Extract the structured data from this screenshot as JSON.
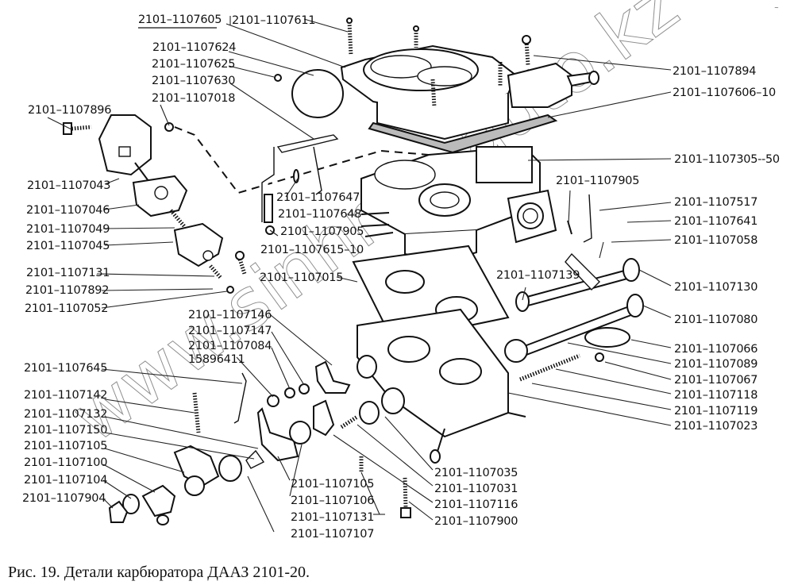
{
  "figure": {
    "caption": "Рис. 19. Детали карбюратора ДААЗ 2101-20.",
    "watermark": "www.sinhron-auto.kz",
    "corner_mark": "~"
  },
  "labels": {
    "top": [
      {
        "id": "2101-1107605",
        "text": "2101–1107605",
        "underlined": true
      },
      {
        "id": "2101-1107611",
        "text": "2101–1107611"
      },
      {
        "id": "2101-1107624",
        "text": "2101–1107624"
      },
      {
        "id": "2101-1107625",
        "text": "2101–1107625"
      },
      {
        "id": "2101-1107630",
        "text": "2101–1107630"
      },
      {
        "id": "2101-1107018",
        "text": "2101–1107018"
      }
    ],
    "left": [
      {
        "id": "2101-1107896",
        "text": "2101–1107896"
      },
      {
        "id": "2101-1107043",
        "text": "2101–1107043"
      },
      {
        "id": "2101-1107046",
        "text": "2101–1107046"
      },
      {
        "id": "2101-1107049",
        "text": "2101–1107049"
      },
      {
        "id": "2101-1107045",
        "text": "2101–1107045"
      },
      {
        "id": "2101-1107131a",
        "text": "2101–1107131"
      },
      {
        "id": "2101-1107892",
        "text": "2101–1107892"
      },
      {
        "id": "2101-1107052",
        "text": "2101–1107052"
      },
      {
        "id": "2101-1107645",
        "text": "2101–1107645"
      },
      {
        "id": "2101-1107142",
        "text": "2101–1107142"
      },
      {
        "id": "2101-1107132",
        "text": "2101–1107132"
      },
      {
        "id": "2101-1107150",
        "text": "2101–1107150"
      },
      {
        "id": "2101-1107105a",
        "text": "2101–1107105"
      },
      {
        "id": "2101-1107100",
        "text": "2101–1107100"
      },
      {
        "id": "2101-1107104",
        "text": "2101–1107104"
      },
      {
        "id": "2101-1107904",
        "text": "2101–1107904"
      }
    ],
    "center": [
      {
        "id": "2101-1107647",
        "text": "2101–1107647"
      },
      {
        "id": "2101-1107648",
        "text": "2101–1107648"
      },
      {
        "id": "2101-1107905a",
        "text": "2101–1107905"
      },
      {
        "id": "2101-1107615-10",
        "text": "2101–1107615–10"
      },
      {
        "id": "2101-1107015",
        "text": "2101–1107015"
      },
      {
        "id": "2101-1107146",
        "text": "2101–1107146"
      },
      {
        "id": "2101-1107147",
        "text": "2101–1107147"
      },
      {
        "id": "2101-1107084",
        "text": "2101–1107084"
      },
      {
        "id": "15896411",
        "text": "15896411"
      },
      {
        "id": "2101-1107139",
        "text": "2101–1107139"
      },
      {
        "id": "2101-1107905b",
        "text": "2101–1107905"
      }
    ],
    "bottom": [
      {
        "id": "2101-1107105b",
        "text": "2101–1107105"
      },
      {
        "id": "2101-1107106",
        "text": "2101–1107106"
      },
      {
        "id": "2101-1107131b",
        "text": "2101–1107131"
      },
      {
        "id": "2101-1107107",
        "text": "2101–1107107"
      },
      {
        "id": "2101-1107035",
        "text": "2101–1107035"
      },
      {
        "id": "2101-1107031",
        "text": "2101–1107031"
      },
      {
        "id": "2101-1107116",
        "text": "2101–1107116"
      },
      {
        "id": "2101-1107900",
        "text": "2101–1107900"
      }
    ],
    "right": [
      {
        "id": "2101-1107894",
        "text": "2101–1107894"
      },
      {
        "id": "2101-1107606-10",
        "text": "2101–1107606–10"
      },
      {
        "id": "2101-1107305-50",
        "text": "2101–1107305--50"
      },
      {
        "id": "2101-1107517",
        "text": "2101–1107517"
      },
      {
        "id": "2101-1107641",
        "text": "2101–1107641"
      },
      {
        "id": "2101-1107058",
        "text": "2101–1107058"
      },
      {
        "id": "2101-1107130",
        "text": "2101–1107130"
      },
      {
        "id": "2101-1107080",
        "text": "2101–1107080"
      },
      {
        "id": "2101-1107066",
        "text": "2101–1107066"
      },
      {
        "id": "2101-1107089",
        "text": "2101–1107089"
      },
      {
        "id": "2101-1107067",
        "text": "2101–1107067"
      },
      {
        "id": "2101-1107118",
        "text": "2101–1107118"
      },
      {
        "id": "2101-1107119",
        "text": "2101–1107119"
      },
      {
        "id": "2101-1107023",
        "text": "2101–1107023"
      }
    ]
  }
}
